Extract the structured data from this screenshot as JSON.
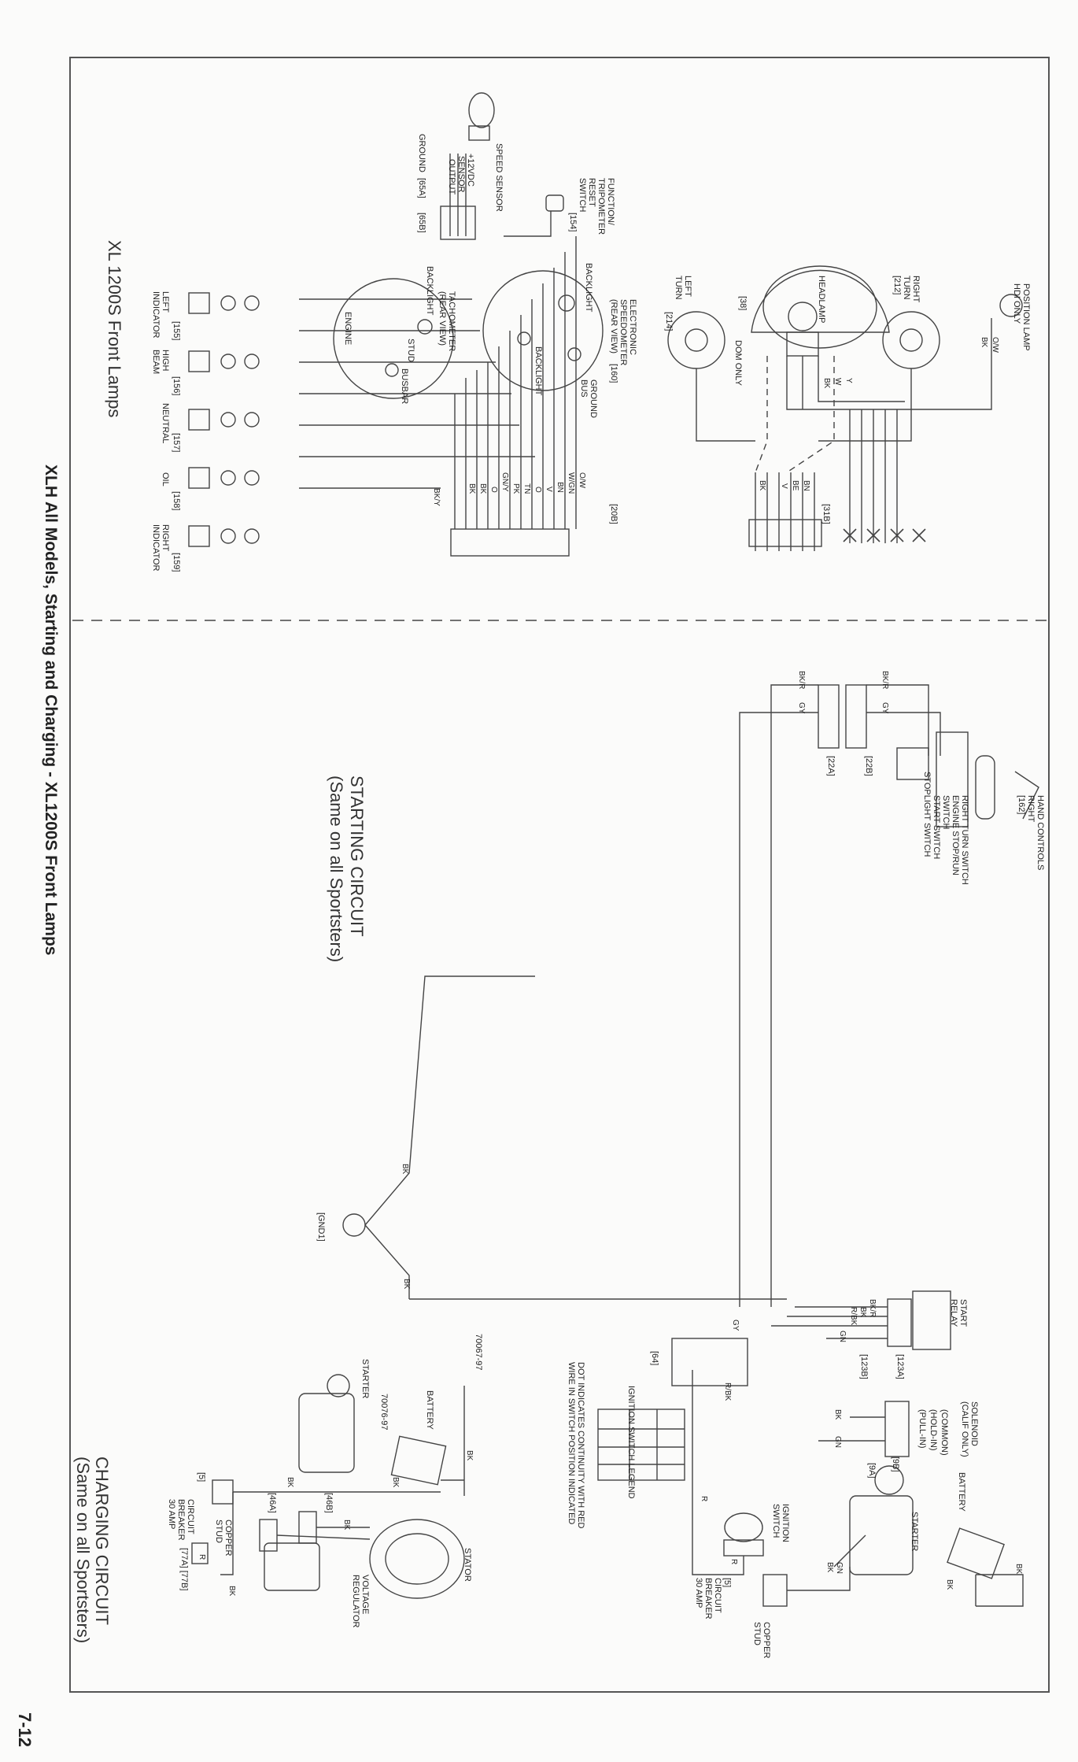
{
  "page": {
    "main_title": "XLH All Models, Starting and Charging  -  XL1200S Front Lamps",
    "page_number": "7-12"
  },
  "sections": {
    "front_lamps": "XL 1200S Front Lamps",
    "starting_title": "STARTING CIRCUIT",
    "starting_sub": "(Same on all Sportsters)",
    "charging_title": "CHARGING CIRCUIT",
    "charging_sub": "(Same on all Sportsters)"
  },
  "front_lamps": {
    "speed_sensor": "SPEED SENSOR",
    "sensor_pins": [
      "+12VDC",
      "SENSOR",
      "OUTPUT",
      "GROUND"
    ],
    "sensor_conn": [
      "[65A]",
      "[65B]"
    ],
    "trip_switch": [
      "FUNCTION/",
      "TRIPOMETER",
      "RESET",
      "SWITCH",
      "[154]"
    ],
    "speedometer": [
      "ELECTRONIC",
      "SPEEDOMETER",
      "(REAR VIEW)",
      "[160]"
    ],
    "backlight": "BACKLIGHT",
    "ground_bus": [
      "GROUND",
      "BUS"
    ],
    "tachometer": [
      "TACHOMETER",
      "(REAR VIEW)"
    ],
    "tach_items": [
      "ENGINE",
      "STUD",
      "BUSBAR"
    ],
    "position_lamp": [
      "POSITION LAMP",
      "HDI ONLY"
    ],
    "right_turn": [
      "RIGHT",
      "TURN"
    ],
    "right_turn_conn": "[212]",
    "headlamp": "HEADLAMP",
    "headlamp_conn": "[38]",
    "dom_only": "DOM ONLY",
    "left_turn": [
      "LEFT",
      "TURN"
    ],
    "left_turn_conn": "[214]",
    "conn_31b": "[31B]",
    "conn_20b": "[20B]",
    "indicators": [
      {
        "name": [
          "LEFT",
          "INDICATOR"
        ],
        "conn": "[155]"
      },
      {
        "name": [
          "HIGH",
          "BEAM"
        ],
        "conn": "[156]"
      },
      {
        "name": [
          "NEUTRAL"
        ],
        "conn": "[157]"
      },
      {
        "name": [
          "OIL"
        ],
        "conn": "[158]"
      },
      {
        "name": [
          "RIGHT",
          "INDICATOR"
        ],
        "conn": "[159]"
      }
    ],
    "wires_20b": [
      "O/W",
      "W/GN",
      "BN",
      "V",
      "O",
      "TN",
      "PK",
      "GN/Y",
      "O",
      "BK",
      "BK",
      "BK/Y"
    ],
    "wires_31b": [
      "Y",
      "W",
      "BK",
      "BN",
      "BE",
      "V",
      "BK"
    ],
    "wires_lamp": [
      "O/W",
      "BK",
      "Y",
      "W",
      "BK"
    ]
  },
  "starting": {
    "hand_controls": [
      "HAND CONTROLS",
      "RIGHT",
      "[162]"
    ],
    "switches": [
      "RIGHT TURN SWITCH",
      "ENGINE STOP/RUN",
      "SWITCH",
      "START SWITCH",
      "STOPLIGHT SWITCH"
    ],
    "conn_22a": "[22A]",
    "conn_22b": "[22B]",
    "start_relay": [
      "START",
      "RELAY"
    ],
    "gnd": "[GND1]",
    "conn_123a": "[123A]",
    "conn_123b": "[123B]",
    "solenoid": [
      "SOLENOID",
      "(CALIF ONLY)"
    ],
    "solenoid_pins": [
      "(COMMON)",
      "(HOLD-IN)",
      "(PULL-IN)"
    ],
    "conn_9a": "[9A]",
    "conn_9b": "[9B]",
    "battery": "BATTERY",
    "starter": "STARTER",
    "ignition_switch": [
      "IGNITION",
      "SWITCH"
    ],
    "ignition_conn": "[64]",
    "legend_title": "IGNITION SWITCH LEGEND",
    "legend_note": [
      "DOT INDICATES CONTINUITY WITH RED",
      "WIRE IN SWITCH POSITION INDICATED"
    ],
    "breaker": [
      "CIRCUIT",
      "BREAKER",
      "30 AMP"
    ],
    "breaker_conn": "[5]",
    "copper_stud": [
      "COPPER",
      "STUD"
    ],
    "wires": [
      "BK/R",
      "GY",
      "BK",
      "R/BK",
      "GN",
      "BK",
      "BK",
      "R",
      "GN",
      "BK"
    ]
  },
  "charging": {
    "part_number_1": "70067-97",
    "part_number_2": "70076-97",
    "battery": "BATTERY",
    "starter": "STARTER",
    "breaker": [
      "CIRCUIT",
      "BREAKER",
      "30 AMP"
    ],
    "breaker_conn": "[5]",
    "copper_stud": [
      "COPPER",
      "STUD"
    ],
    "conn_77": "[77A] [77B]",
    "conn_46a": "[46A]",
    "conn_46b": "[46B]",
    "regulator": [
      "VOLTAGE",
      "REGULATOR"
    ],
    "stator": "STATOR",
    "wires": [
      "BK",
      "BK",
      "R",
      "BK",
      "BK",
      "BK"
    ]
  }
}
